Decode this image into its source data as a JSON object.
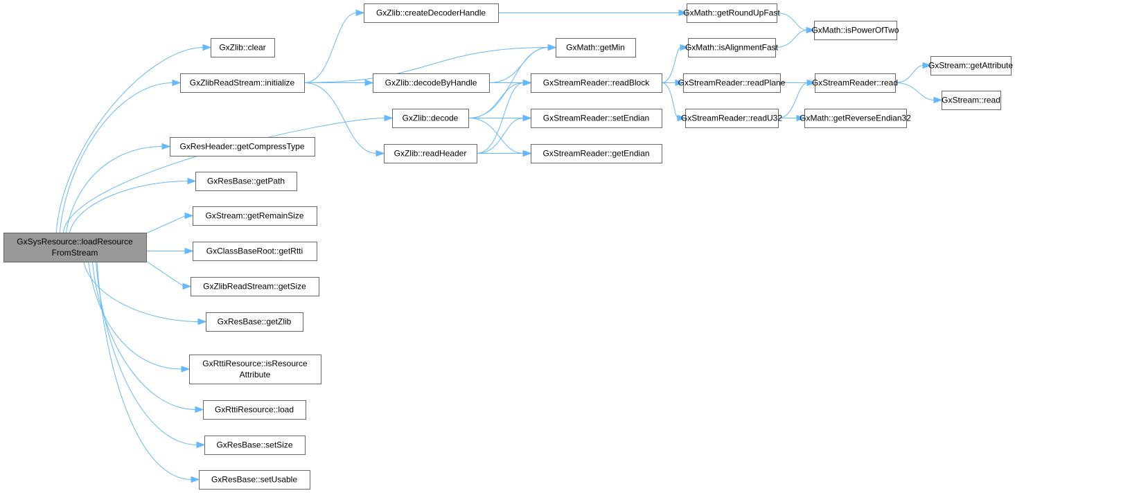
{
  "graph": {
    "title": "Call graph of GxSysResource::loadResourceFromStream",
    "edge_color": "#63b8ff",
    "node_border_color": "#666666",
    "root_fill_color": "#999999",
    "nodes": [
      {
        "id": "root",
        "lines": [
          "GxSysResource::loadResource",
          "FromStream"
        ],
        "root": true
      },
      {
        "id": "zlib_clear",
        "lines": [
          "GxZlib::clear"
        ]
      },
      {
        "id": "zrs_initialize",
        "lines": [
          "GxZlibReadStream::initialize"
        ]
      },
      {
        "id": "resheader_getcompresstype",
        "lines": [
          "GxResHeader::getCompressType"
        ]
      },
      {
        "id": "resbase_getpath",
        "lines": [
          "GxResBase::getPath"
        ]
      },
      {
        "id": "stream_getremainsize",
        "lines": [
          "GxStream::getRemainSize"
        ]
      },
      {
        "id": "classbaseroot_getrtti",
        "lines": [
          "GxClassBaseRoot::getRtti"
        ]
      },
      {
        "id": "zrs_getsize",
        "lines": [
          "GxZlibReadStream::getSize"
        ]
      },
      {
        "id": "resbase_getzlib",
        "lines": [
          "GxResBase::getZlib"
        ]
      },
      {
        "id": "rttires_isresattr",
        "lines": [
          "GxRttiResource::isResource",
          "Attribute"
        ]
      },
      {
        "id": "rttires_load",
        "lines": [
          "GxRttiResource::load"
        ]
      },
      {
        "id": "resbase_setsize",
        "lines": [
          "GxResBase::setSize"
        ]
      },
      {
        "id": "resbase_setusable",
        "lines": [
          "GxResBase::setUsable"
        ]
      },
      {
        "id": "zlib_createdecoderhandle",
        "lines": [
          "GxZlib::createDecoderHandle"
        ]
      },
      {
        "id": "zlib_decodebyhandle",
        "lines": [
          "GxZlib::decodeByHandle"
        ]
      },
      {
        "id": "zlib_decode",
        "lines": [
          "GxZlib::decode"
        ]
      },
      {
        "id": "zlib_readheader",
        "lines": [
          "GxZlib::readHeader"
        ]
      },
      {
        "id": "math_getmin",
        "lines": [
          "GxMath::getMin"
        ]
      },
      {
        "id": "sr_readblock",
        "lines": [
          "GxStreamReader::readBlock"
        ]
      },
      {
        "id": "sr_setendian",
        "lines": [
          "GxStreamReader::setEndian"
        ]
      },
      {
        "id": "sr_getendian",
        "lines": [
          "GxStreamReader::getEndian"
        ]
      },
      {
        "id": "math_getroundupfast",
        "lines": [
          "GxMath::getRoundUpFast"
        ]
      },
      {
        "id": "math_isalignmentfast",
        "lines": [
          "GxMath::isAlignmentFast"
        ]
      },
      {
        "id": "sr_readplane",
        "lines": [
          "GxStreamReader::readPlane"
        ]
      },
      {
        "id": "sr_readu32",
        "lines": [
          "GxStreamReader::readU32"
        ]
      },
      {
        "id": "math_ispoweroftwo",
        "lines": [
          "GxMath::isPowerOfTwo"
        ]
      },
      {
        "id": "sr_read",
        "lines": [
          "GxStreamReader::read"
        ]
      },
      {
        "id": "math_getreverseendian32",
        "lines": [
          "GxMath::getReverseEndian32"
        ]
      },
      {
        "id": "stream_getattribute",
        "lines": [
          "GxStream::getAttribute"
        ]
      },
      {
        "id": "stream_read",
        "lines": [
          "GxStream::read"
        ]
      }
    ],
    "edges": [
      [
        "root",
        "zlib_clear"
      ],
      [
        "root",
        "zrs_initialize"
      ],
      [
        "root",
        "zlib_decode"
      ],
      [
        "root",
        "resheader_getcompresstype"
      ],
      [
        "root",
        "resbase_getpath"
      ],
      [
        "root",
        "stream_getremainsize"
      ],
      [
        "root",
        "classbaseroot_getrtti"
      ],
      [
        "root",
        "zrs_getsize"
      ],
      [
        "root",
        "resbase_getzlib"
      ],
      [
        "root",
        "rttires_isresattr"
      ],
      [
        "root",
        "rttires_load"
      ],
      [
        "root",
        "resbase_setsize"
      ],
      [
        "root",
        "resbase_setusable"
      ],
      [
        "zrs_initialize",
        "zlib_createdecoderhandle"
      ],
      [
        "zrs_initialize",
        "math_getmin"
      ],
      [
        "zrs_initialize",
        "zlib_decodebyhandle"
      ],
      [
        "zrs_initialize",
        "zlib_readheader"
      ],
      [
        "zlib_createdecoderhandle",
        "math_getroundupfast"
      ],
      [
        "zlib_decodebyhandle",
        "math_getmin"
      ],
      [
        "zlib_decodebyhandle",
        "sr_readblock"
      ],
      [
        "zlib_decode",
        "math_getmin"
      ],
      [
        "zlib_decode",
        "sr_readblock"
      ],
      [
        "zlib_decode",
        "sr_setendian"
      ],
      [
        "zlib_decode",
        "sr_getendian"
      ],
      [
        "zlib_readheader",
        "sr_readblock"
      ],
      [
        "zlib_readheader",
        "sr_setendian"
      ],
      [
        "zlib_readheader",
        "sr_getendian"
      ],
      [
        "sr_readblock",
        "math_isalignmentfast"
      ],
      [
        "sr_readblock",
        "sr_readplane"
      ],
      [
        "sr_readblock",
        "sr_readu32"
      ],
      [
        "math_getroundupfast",
        "math_ispoweroftwo"
      ],
      [
        "math_isalignmentfast",
        "math_ispoweroftwo"
      ],
      [
        "sr_readplane",
        "sr_read"
      ],
      [
        "sr_readu32",
        "sr_read"
      ],
      [
        "sr_readu32",
        "math_getreverseendian32"
      ],
      [
        "sr_read",
        "stream_getattribute"
      ],
      [
        "sr_read",
        "stream_read"
      ]
    ]
  }
}
